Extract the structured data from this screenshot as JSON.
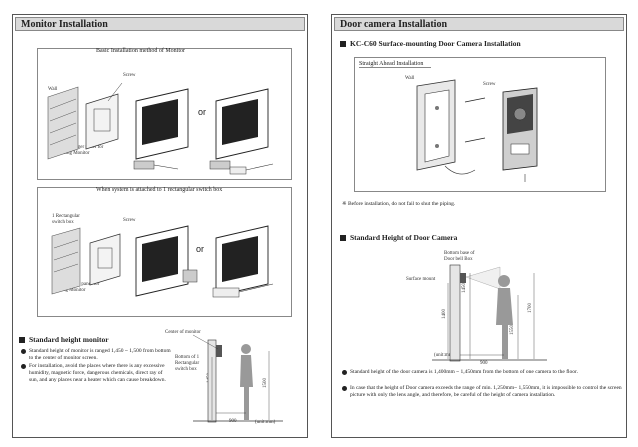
{
  "left": {
    "title": "Monitor Installation",
    "basic": {
      "title": "Basic Installation method of Monitor",
      "wall": "Wall",
      "screw": "Screw",
      "or": "or",
      "hanger": "Wall hanger panel for fixing Monitor"
    },
    "box": {
      "title": "When system is attached to 1 rectangular switch box",
      "rect_box": "1 Rectangular switch box",
      "screw": "Screw",
      "or": "or",
      "hanger": "Wall hanger panel for fixing Monitor"
    },
    "standard": {
      "heading": "Standard height monitor",
      "bullets": [
        "Standard height of monitor is ranged 1,450 ~ 1,500 from bottom to the center of monitor screen.",
        "For installation, avoid the places where there is any excessive humidity, magnetic force, dangerous chemicals, direct ray of sun, and any places near a heater which can cause breakdown."
      ],
      "center_label": "Center of monitor",
      "bottom_label": "Bottom of 1 Rectangular switch box",
      "dim_1450": "1450",
      "dim_1500": "1500",
      "dim_900": "900",
      "unit": "(unit:mm)"
    }
  },
  "right": {
    "title": "Door camera Installation",
    "model_heading": "KC-C60 Surface-mounting Door Camera Installation",
    "straight": {
      "title": "Straight Ahead Installation",
      "wall": "Wall",
      "screw": "Screw"
    },
    "piping_note": "Before installation, do not fail to shut the piping.",
    "height_heading": "Standard Height of Door Camera",
    "bottom_label": "Bottom base of Door bell Box",
    "surface_label": "Surface mount",
    "dim_1400": "1400",
    "dim_1450": "1450",
    "dim_1550": "1550",
    "dim_1700": "1700",
    "dim_900": "900",
    "unit": "(unit:mm)",
    "bullets": [
      "Standard height of the door camera is 1,400mm ~ 1,450mm from the bottom of one camera to the floor.",
      "In case that the height of Door camera exceeds the range of min. 1,250mm~ 1,550mm, it is impossible to control the screen picture with only the lens angle, and therefore, be careful of the height of camera installation."
    ]
  }
}
